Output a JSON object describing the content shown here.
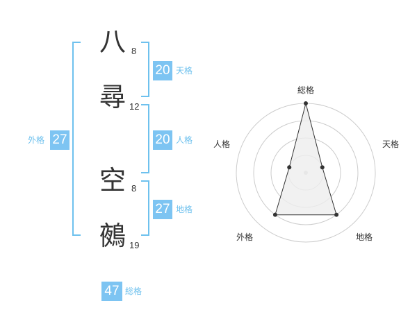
{
  "colors": {
    "accent": "#7dc4f2",
    "bracket": "#6ec1ee",
    "text": "#333333",
    "radar_ring": "#cccccc",
    "radar_fill": "#eeeeee",
    "radar_point": "#333333"
  },
  "name": {
    "characters": [
      {
        "char": "八",
        "strokes": "8"
      },
      {
        "char": "尋",
        "strokes": "12"
      },
      {
        "char": "空",
        "strokes": "8"
      },
      {
        "char": "鵺",
        "strokes": "19"
      }
    ]
  },
  "scores": {
    "tenkaku": {
      "value": "20",
      "label": "天格"
    },
    "jinkaku": {
      "value": "20",
      "label": "人格"
    },
    "chikaku": {
      "value": "27",
      "label": "地格"
    },
    "gaikaku": {
      "value": "27",
      "label": "外格"
    },
    "soukaku": {
      "value": "47",
      "label": "総格"
    }
  },
  "radar": {
    "axes": [
      "総格",
      "天格",
      "地格",
      "外格",
      "人格"
    ],
    "levels": 4,
    "values": [
      4,
      1,
      3,
      3,
      1
    ]
  }
}
